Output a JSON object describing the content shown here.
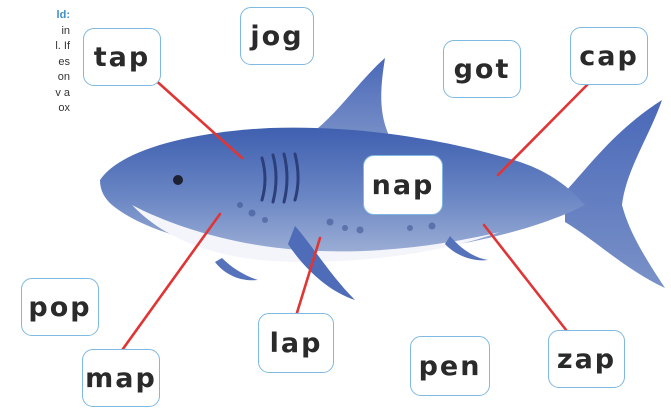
{
  "instructions": {
    "title": "ld:",
    "lines": [
      "in",
      "l. If",
      "es",
      "on",
      "v a",
      "ox"
    ]
  },
  "words": {
    "tap": "tap",
    "jog": "jog",
    "got": "got",
    "cap": "cap",
    "nap": "nap",
    "pop": "pop",
    "lap": "lap",
    "pen": "pen",
    "zap": "zap",
    "map": "map"
  },
  "colors": {
    "box_border": "#7fb8e0",
    "connector_line": "#e03535",
    "shark_body": "#5f80c2",
    "shark_belly": "#f3f5fb",
    "title_text": "#3d8fc7"
  },
  "image": {
    "subject_icon": "shark-illustration-icon"
  }
}
